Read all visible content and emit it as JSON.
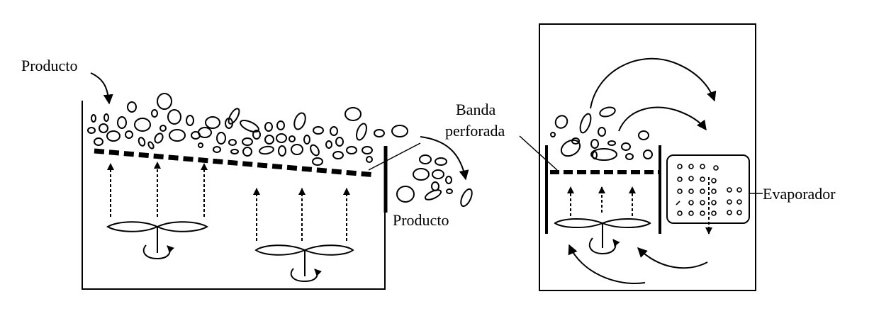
{
  "labels": {
    "product_in": "Producto",
    "product_out": "Producto",
    "belt_line1": "Banda",
    "belt_line2": "perforada",
    "evaporator": "Evaporador"
  },
  "colors": {
    "ink": "#000000",
    "background": "#ffffff"
  }
}
